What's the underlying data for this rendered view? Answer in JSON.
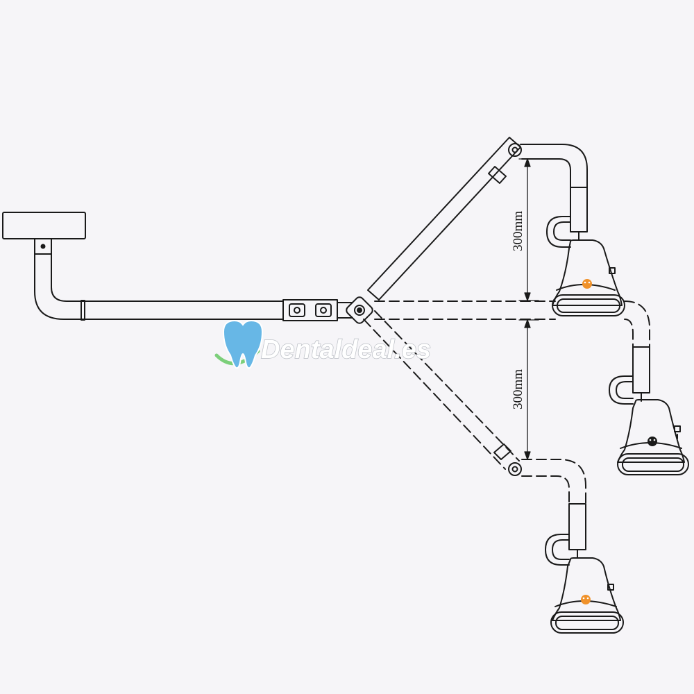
{
  "diagram": {
    "dimensions": {
      "upper": "300mm",
      "lower": "300mm"
    },
    "watermark": {
      "text": "Dentaldeal.es"
    },
    "colors": {
      "line": "#1a1a1a",
      "background": "#f6f5f8",
      "logo_accent": "#f0922b",
      "watermark_tooth": "#67b7e6",
      "watermark_swoosh": "#7ccf7a"
    },
    "icons": [
      "ceiling-mount-icon",
      "tooth-logo-icon",
      "dental-lamp-head-icon"
    ]
  }
}
